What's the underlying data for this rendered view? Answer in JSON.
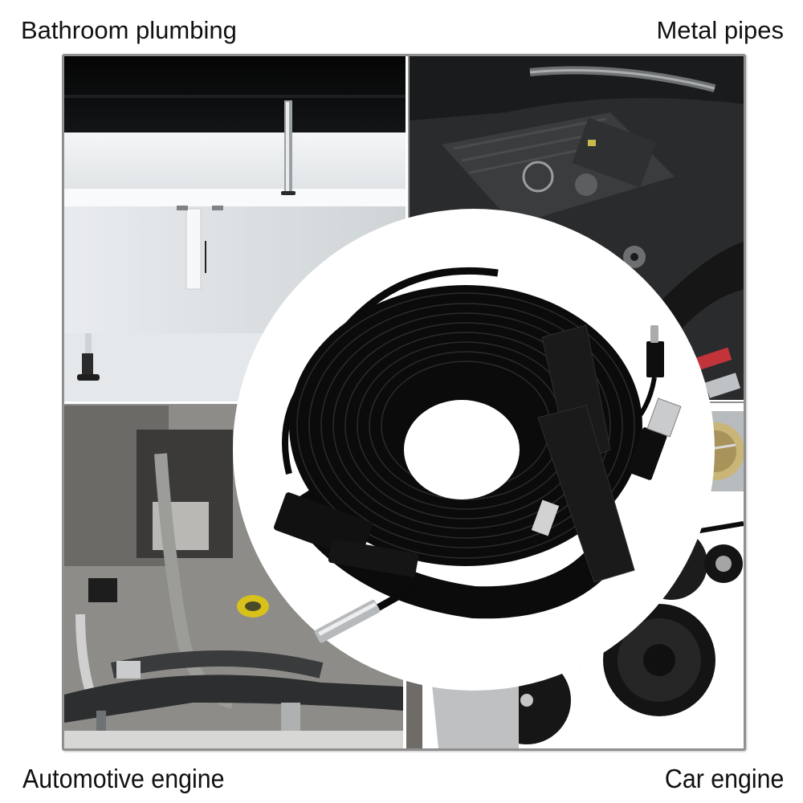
{
  "labels": {
    "top_left": "Bathroom plumbing",
    "top_right": "Metal pipes",
    "bottom_left": "Automotive engine",
    "bottom_right": "Car engine"
  },
  "panels": [
    {
      "position": "top-left",
      "subject": "white bathtub with chrome hand shower and under-tub drain pipe"
    },
    {
      "position": "top-right",
      "subject": "engine bay with Mercedes engine cover, hoses and warning sticker"
    },
    {
      "position": "bottom-left",
      "subject": "engine compartment with wiring harness, hoses and yellow dipstick ring"
    },
    {
      "position": "bottom-right",
      "subject": "engine front with throttle body, pulleys and serpentine belt"
    }
  ],
  "product": {
    "subject": "coiled black endoscope cable with velcro straps, USB-A and USB-C connectors, inline box and stainless camera probe"
  },
  "colors": {
    "background": "#ffffff",
    "frame_border": "#8f8f8f",
    "text": "#111111",
    "cable": "#0c0c0c"
  }
}
